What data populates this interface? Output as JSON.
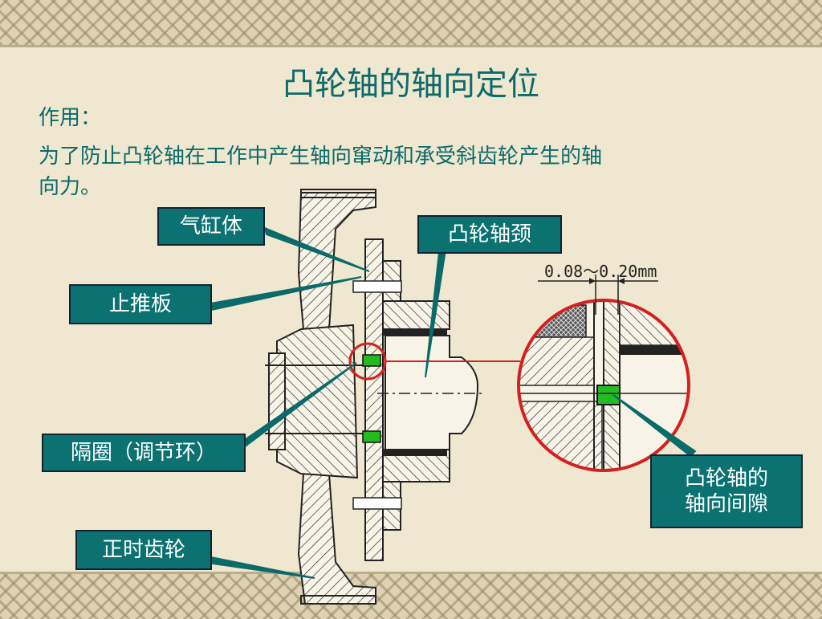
{
  "slide": {
    "title": "凸轮轴的轴向定位",
    "purpose_heading": "作用：",
    "purpose_text_line1": "为了防止凸轮轴在工作中产生轴向窜动和承受斜齿轮产生的轴",
    "purpose_text_line2": "向力。"
  },
  "labels": {
    "cylinder_block": "气缸体",
    "thrust_plate": "止推板",
    "spacer_ring": "隔圈（调节环）",
    "timing_gear": "正时齿轮",
    "camshaft_journal": "凸轮轴颈",
    "axial_clearance_line1": "凸轮轴的",
    "axial_clearance_line2": "轴向间隙"
  },
  "dimension": {
    "clearance_range": "0.08～0.20mm"
  },
  "colors": {
    "title_text": "#0b6a6a",
    "label_fill": "#0b7171",
    "highlight_circle": "#d42020",
    "spacer_green": "#22bb22"
  }
}
